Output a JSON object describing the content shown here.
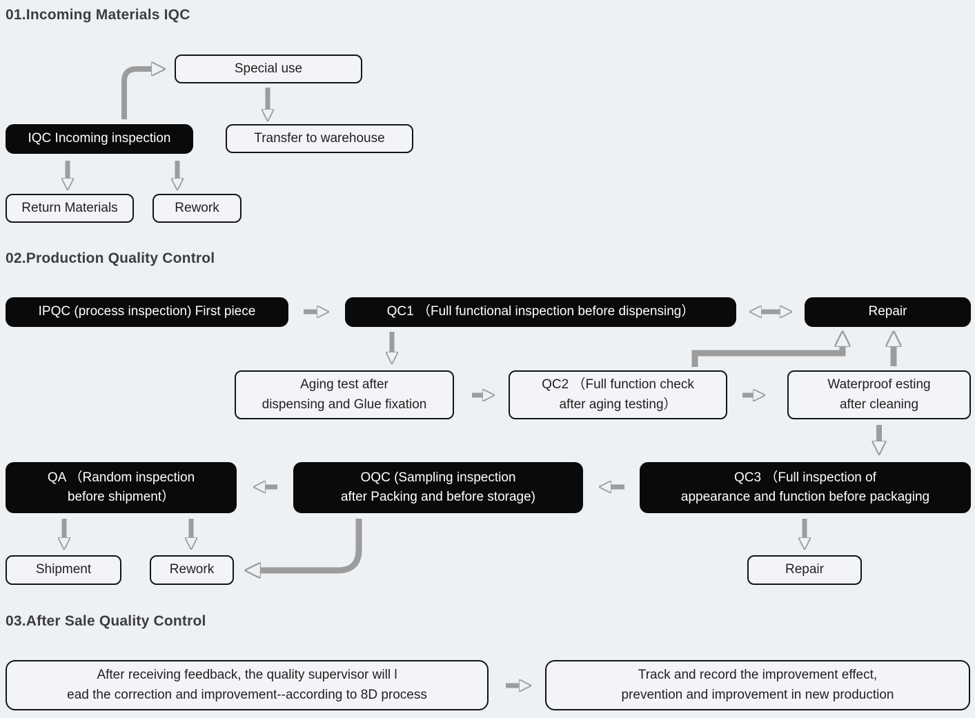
{
  "titles": {
    "s1": "01.Incoming Materials IQC",
    "s2": "02.Production Quality Control",
    "s3": "03.After Sale Quality Control"
  },
  "nodes": {
    "special_use": {
      "label": "Special use"
    },
    "transfer_warehouse": {
      "label": "Transfer to warehouse"
    },
    "iqc_incoming": {
      "label": "IQC Incoming inspection"
    },
    "return_materials": {
      "label": "Return Materials"
    },
    "rework_iqc": {
      "label": "Rework"
    },
    "ipqc": {
      "label": "IPQC (process inspection) First piece"
    },
    "qc1": {
      "label": "QC1 （Full functional inspection before dispensing）"
    },
    "repair_top": {
      "label": "Repair"
    },
    "aging": {
      "line1": "Aging test after",
      "line2": "dispensing and Glue fixation"
    },
    "qc2": {
      "line1": "QC2 （Full function check",
      "line2": "after aging testing）"
    },
    "waterproof": {
      "line1": "Waterproof esting",
      "line2": "after cleaning"
    },
    "qa": {
      "line1": "QA （Random inspection",
      "line2": "before shipment）"
    },
    "oqc": {
      "line1": "OQC (Sampling inspection",
      "line2": "after Packing and before storage)"
    },
    "qc3": {
      "line1": "QC3 （Full inspection of",
      "line2": "appearance and function before packaging"
    },
    "shipment": {
      "label": "Shipment"
    },
    "rework_qa": {
      "label": "Rework"
    },
    "repair_bottom": {
      "label": "Repair"
    },
    "feedback": {
      "line1": "After receiving feedback, the quality supervisor will l",
      "line2": "ead the correction and improvement--according to 8D process"
    },
    "track": {
      "line1": "Track and record the improvement effect,",
      "line2": "prevention and improvement in new production"
    }
  },
  "colors": {
    "background": "#eef1f4",
    "arrow": "#9c9c9c",
    "black_box": "#0a0a0a",
    "box_border": "#141414",
    "title_text": "#3d3d3d"
  }
}
